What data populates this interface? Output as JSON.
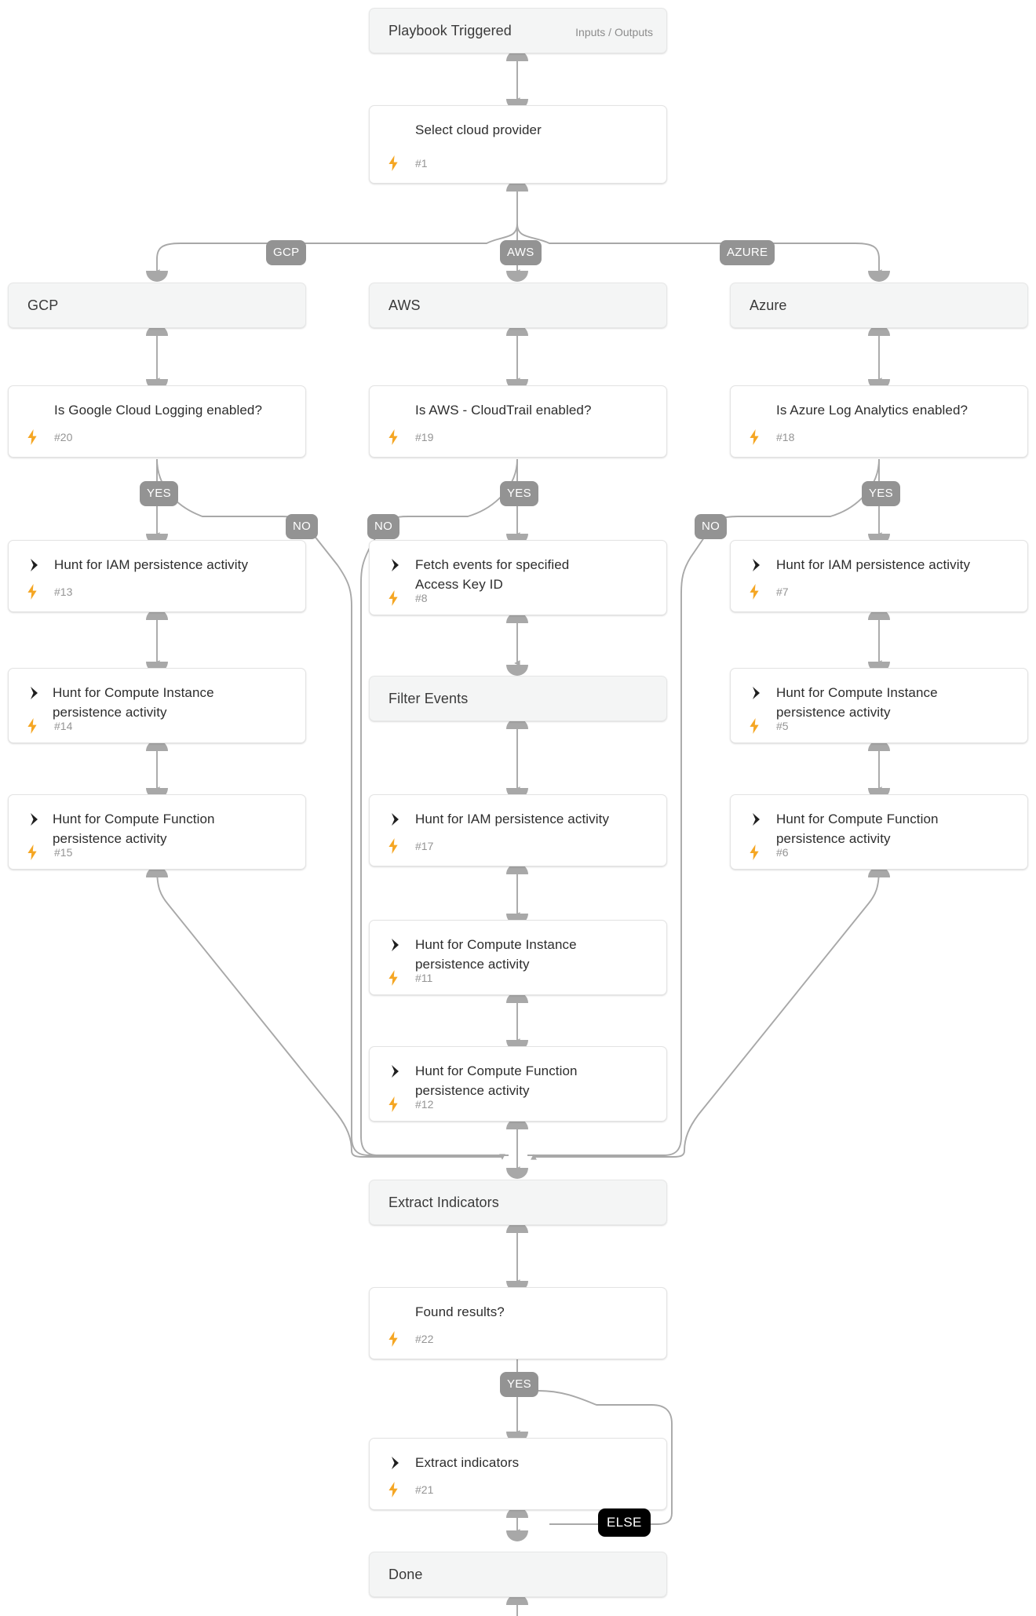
{
  "diagram": {
    "type": "playbook-flow",
    "title": "Playbook Triggered",
    "background": "#ffffff",
    "accent_bolt": "#f5a623",
    "edge_color": "#a8a8a8",
    "pill_color": "#939393",
    "else_pill_color": "#000000"
  },
  "nodes": [
    {
      "id": "start",
      "label": "Playbook Triggered",
      "aux": "Inputs / Outputs",
      "kind": "section",
      "icon": "none"
    },
    {
      "id": "n1",
      "label": "Select cloud provider",
      "num": "#1",
      "kind": "task",
      "icon": "condition-diamond-icon"
    },
    {
      "id": "gcp",
      "label": "GCP",
      "kind": "section",
      "icon": "none"
    },
    {
      "id": "aws",
      "label": "AWS",
      "kind": "section",
      "icon": "none"
    },
    {
      "id": "azure",
      "label": "Azure",
      "kind": "section",
      "icon": "none"
    },
    {
      "id": "n20",
      "label": "Is Google Cloud Logging enabled?",
      "num": "#20",
      "kind": "task",
      "icon": "condition-diamond-icon"
    },
    {
      "id": "n19",
      "label": "Is AWS - CloudTrail enabled?",
      "num": "#19",
      "kind": "task",
      "icon": "condition-diamond-icon"
    },
    {
      "id": "n18",
      "label": "Is Azure Log Analytics enabled?",
      "num": "#18",
      "kind": "task",
      "icon": "condition-diamond-icon"
    },
    {
      "id": "n13",
      "label": "Hunt for IAM persistence activity",
      "num": "#13",
      "kind": "task",
      "icon": "chevron-right-icon"
    },
    {
      "id": "n8",
      "label": "Fetch events for specified Access Key ID",
      "num": "#8",
      "kind": "task",
      "icon": "chevron-right-icon"
    },
    {
      "id": "n7",
      "label": "Hunt for IAM persistence activity",
      "num": "#7",
      "kind": "task",
      "icon": "chevron-right-icon"
    },
    {
      "id": "n14",
      "label": "Hunt for Compute Instance persistence activity",
      "num": "#14",
      "kind": "task",
      "icon": "chevron-right-icon"
    },
    {
      "id": "filter",
      "label": "Filter Events",
      "kind": "section",
      "icon": "none"
    },
    {
      "id": "n5",
      "label": "Hunt for Compute Instance persistence activity",
      "num": "#5",
      "kind": "task",
      "icon": "chevron-right-icon"
    },
    {
      "id": "n15",
      "label": "Hunt for Compute Function persistence activity",
      "num": "#15",
      "kind": "task",
      "icon": "chevron-right-icon"
    },
    {
      "id": "n17",
      "label": "Hunt for IAM persistence activity",
      "num": "#17",
      "kind": "task",
      "icon": "chevron-right-icon"
    },
    {
      "id": "n6",
      "label": "Hunt for Compute Function persistence activity",
      "num": "#6",
      "kind": "task",
      "icon": "chevron-right-icon"
    },
    {
      "id": "n11",
      "label": "Hunt for Compute Instance persistence activity",
      "num": "#11",
      "kind": "task",
      "icon": "chevron-right-icon"
    },
    {
      "id": "n12",
      "label": "Hunt for Compute Function persistence activity",
      "num": "#12",
      "kind": "task",
      "icon": "chevron-right-icon"
    },
    {
      "id": "extract",
      "label": "Extract Indicators",
      "kind": "section",
      "icon": "none"
    },
    {
      "id": "n22",
      "label": "Found results?",
      "num": "#22",
      "kind": "task",
      "icon": "condition-diamond-icon"
    },
    {
      "id": "n21",
      "label": "Extract indicators",
      "num": "#21",
      "kind": "task",
      "icon": "chevron-right-icon"
    },
    {
      "id": "done",
      "label": "Done",
      "kind": "section",
      "icon": "none"
    }
  ],
  "edge_labels": [
    {
      "id": "lbl-gcp",
      "text": "GCP"
    },
    {
      "id": "lbl-aws",
      "text": "AWS"
    },
    {
      "id": "lbl-azure",
      "text": "AZURE"
    },
    {
      "id": "lbl-yes-gcp",
      "text": "YES"
    },
    {
      "id": "lbl-no-gcp",
      "text": "NO"
    },
    {
      "id": "lbl-no-aws",
      "text": "NO"
    },
    {
      "id": "lbl-yes-aws",
      "text": "YES"
    },
    {
      "id": "lbl-no-azure",
      "text": "NO"
    },
    {
      "id": "lbl-yes-azure",
      "text": "YES"
    },
    {
      "id": "lbl-yes-found",
      "text": "YES"
    },
    {
      "id": "lbl-else",
      "text": "ELSE"
    }
  ]
}
